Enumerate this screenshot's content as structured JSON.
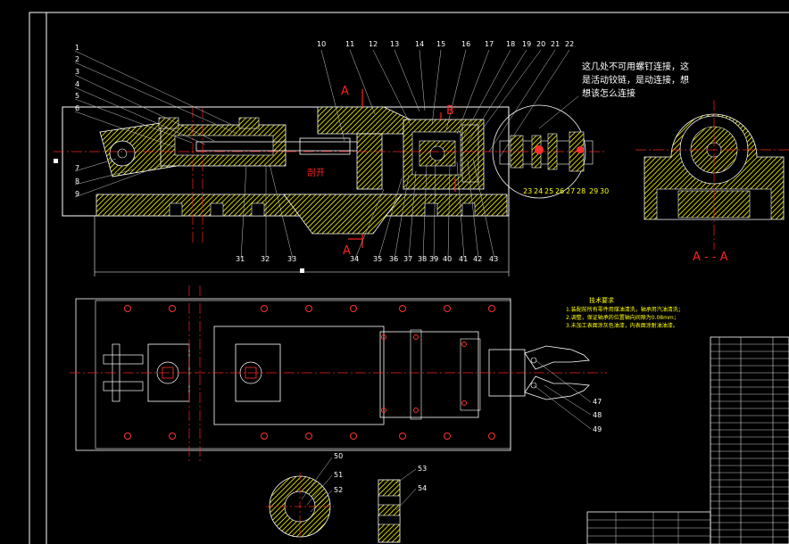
{
  "colors": {
    "background": "#000000",
    "outline": "#ffffff",
    "hatch": "#ffff00",
    "centerline": "#ff2020",
    "leader": "#c8c8c8",
    "red_line": "#ff0000",
    "hole": "#ff3030"
  },
  "section_labels": {
    "a_top": "A",
    "a_bottom": "A",
    "b": "B",
    "view_title": "A - - A",
    "cut": "剖开"
  },
  "annotation": {
    "line1": "这几处不可用螺钉连接，这",
    "line2": "是活动铰链，是动连接，想",
    "line3": "想该怎么连接"
  },
  "requirements": {
    "title": "技术要求",
    "items": [
      "1.装配前所有零件用煤油清洗，轴承用汽油清洗；",
      "2.调整，保证轴承的位置轴向间隙为0.08mm；",
      "3.未加工表面涂灰色油漆，内表面涂耐油油漆。"
    ]
  },
  "part_numbers": {
    "left": [
      "1",
      "2",
      "3",
      "4",
      "5",
      "6",
      "7",
      "8",
      "9"
    ],
    "top": [
      "10",
      "11",
      "12",
      "13",
      "14",
      "15",
      "16",
      "17",
      "18",
      "19",
      "20",
      "21",
      "22"
    ],
    "bottom": [
      "31",
      "32",
      "33",
      "34",
      "35",
      "36",
      "37",
      "38",
      "39",
      "40",
      "41",
      "42",
      "43"
    ],
    "detail": [
      "23",
      "24",
      "25",
      "26",
      "27",
      "28",
      "29",
      "30"
    ],
    "gripper": [
      "47",
      "48",
      "49"
    ],
    "bottom_parts": [
      "50",
      "51",
      "52",
      "53",
      "54"
    ]
  }
}
